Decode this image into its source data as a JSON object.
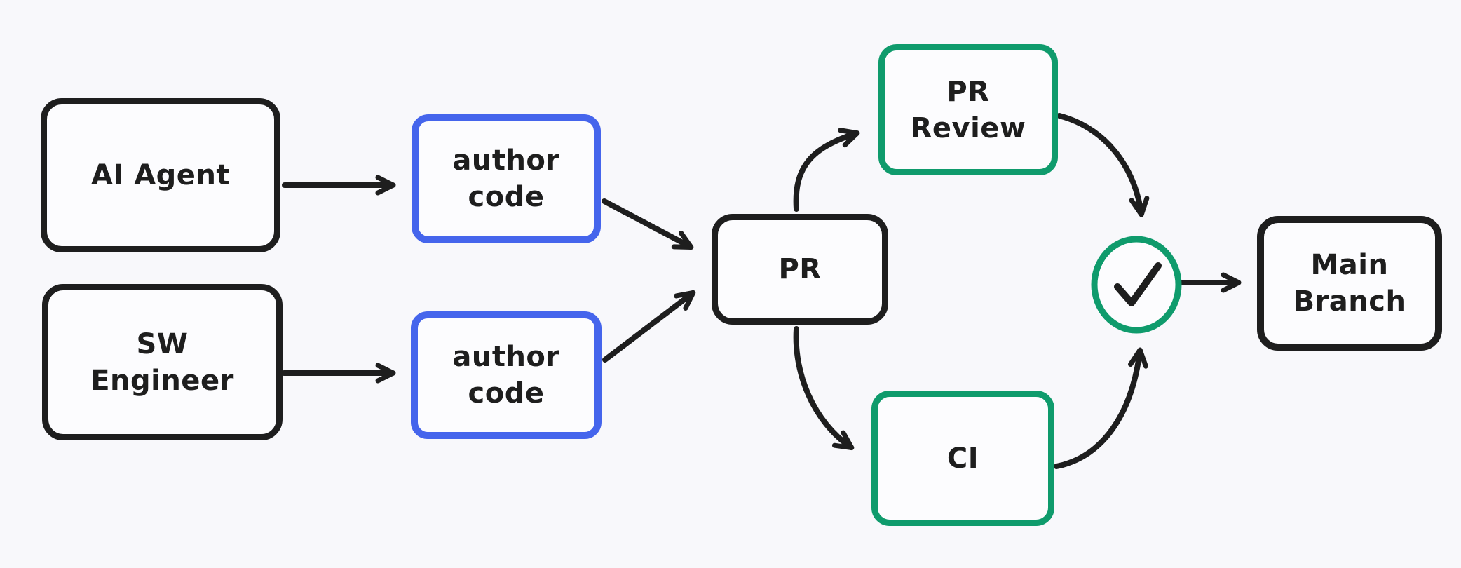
{
  "canvas": {
    "background": "#f8f8fb",
    "description": "Hand-drawn style flowchart of a pull-request workflow"
  },
  "colors": {
    "page_bg": "#f8f8fb",
    "node_fill": "#fcfcfe",
    "ink": "#1e1e1e",
    "blue": "#4565ec",
    "green": "#0f9b6c"
  },
  "nodes": {
    "ai_agent": {
      "label": "AI Agent",
      "stroke": "black"
    },
    "sw_engineer": {
      "label": "SW\nEngineer",
      "stroke": "black"
    },
    "author_code_top": {
      "label": "author\ncode",
      "stroke": "blue"
    },
    "author_code_bottom": {
      "label": "author\ncode",
      "stroke": "blue"
    },
    "pr": {
      "label": "PR",
      "stroke": "black"
    },
    "pr_review": {
      "label": "PR\nReview",
      "stroke": "green"
    },
    "ci": {
      "label": "CI",
      "stroke": "green"
    },
    "approval": {
      "icon": "check-icon",
      "stroke": "green"
    },
    "main_branch": {
      "label": "Main\nBranch",
      "stroke": "black"
    }
  },
  "edges": [
    {
      "from": "ai_agent",
      "to": "author_code_top",
      "shape": "straight-arrow"
    },
    {
      "from": "sw_engineer",
      "to": "author_code_bottom",
      "shape": "straight-arrow"
    },
    {
      "from": "author_code_top",
      "to": "pr",
      "shape": "straight-arrow"
    },
    {
      "from": "author_code_bottom",
      "to": "pr",
      "shape": "straight-arrow"
    },
    {
      "from": "pr",
      "to": "pr_review",
      "shape": "curved-arrow"
    },
    {
      "from": "pr",
      "to": "ci",
      "shape": "curved-arrow"
    },
    {
      "from": "pr_review",
      "to": "approval",
      "shape": "curved-arrow"
    },
    {
      "from": "ci",
      "to": "approval",
      "shape": "curved-arrow"
    },
    {
      "from": "approval",
      "to": "main_branch",
      "shape": "straight-arrow"
    }
  ]
}
